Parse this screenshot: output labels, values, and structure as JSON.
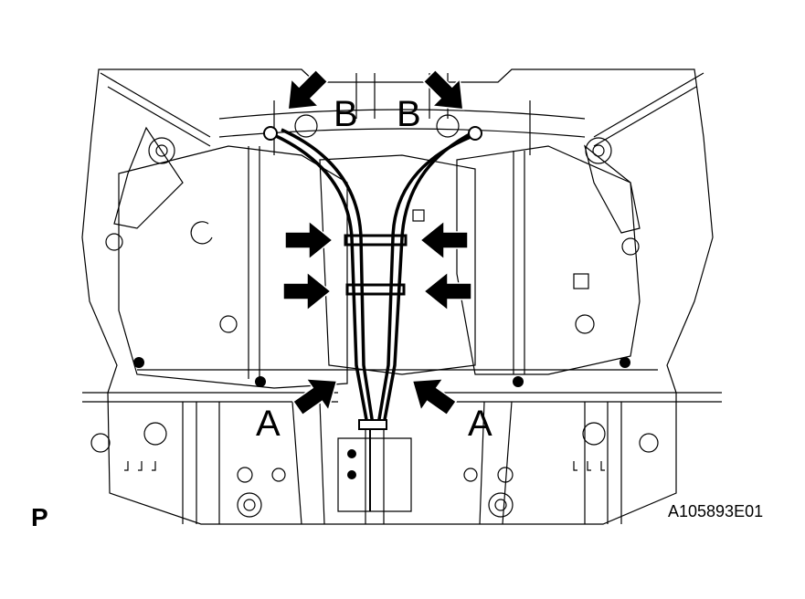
{
  "callouts": {
    "upper_left": "B",
    "upper_right": "B",
    "lower_left": "A",
    "lower_right": "A"
  },
  "panel_letter": "P",
  "figure_id": "A105893E01",
  "colors": {
    "ink": "#000000",
    "paper": "#ffffff"
  },
  "icons": {
    "pointer": "arrow-icon"
  }
}
